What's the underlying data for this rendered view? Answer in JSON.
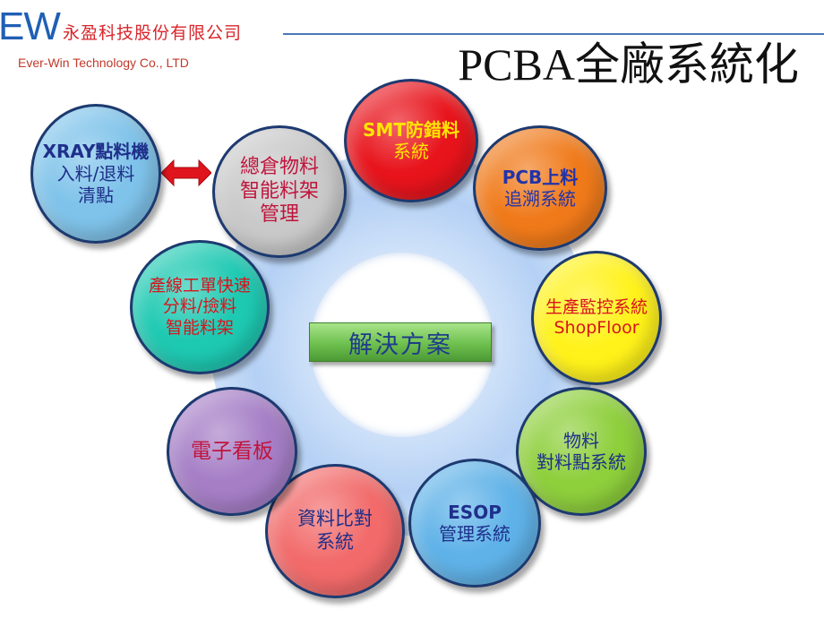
{
  "header": {
    "logo_mark": "EW",
    "logo_company_cn": "永盈科技股份有限公司",
    "logo_company_en": "Ever-Win Technology Co., LTD",
    "title": "PCBA全廠系統化"
  },
  "center": {
    "label": "解決方案"
  },
  "nodes": {
    "smt": {
      "lines": [
        "SMT防錯料",
        "系統"
      ],
      "color": "#e8141c",
      "text_color": "#ffe600"
    },
    "pcb": {
      "lines": [
        "PCB上料",
        "追溯系統"
      ],
      "color": "#f07a1a",
      "text_color": "#2233aa"
    },
    "shopfloor": {
      "lines": [
        "生產監控系統",
        "ShopFloor"
      ],
      "color": "#fff21a",
      "text_color": "#d8141c"
    },
    "material": {
      "lines": [
        "物料",
        "對料點系統"
      ],
      "color": "#8ecf3c",
      "text_color": "#1f2f8a"
    },
    "esop": {
      "lines": [
        "ESOP",
        "管理系統"
      ],
      "color": "#5fb2e8",
      "text_color": "#1f2f8a"
    },
    "compare": {
      "lines": [
        "資料比對",
        "系統"
      ],
      "color": "#f26a6a",
      "text_color": "#1f2f8a"
    },
    "board": {
      "lines": [
        "電子看板"
      ],
      "color": "#a57ec6",
      "text_color": "#c0143c"
    },
    "production": {
      "lines": [
        "產線工單快速",
        "分料/撿料",
        "智能料架"
      ],
      "color": "#1ec9b2",
      "text_color": "#d8141c"
    },
    "warehouse": {
      "lines": [
        "總倉物料",
        "智能料架",
        "管理"
      ],
      "color": "#c9c9c9",
      "text_color": "#c0143c"
    },
    "xray": {
      "lines": [
        "XRAY點料機",
        "入料/退料",
        "清點"
      ],
      "color": "#7fc3ea",
      "text_color": "#1f2f8a"
    }
  },
  "arrow": {
    "color": "#e0141c"
  }
}
